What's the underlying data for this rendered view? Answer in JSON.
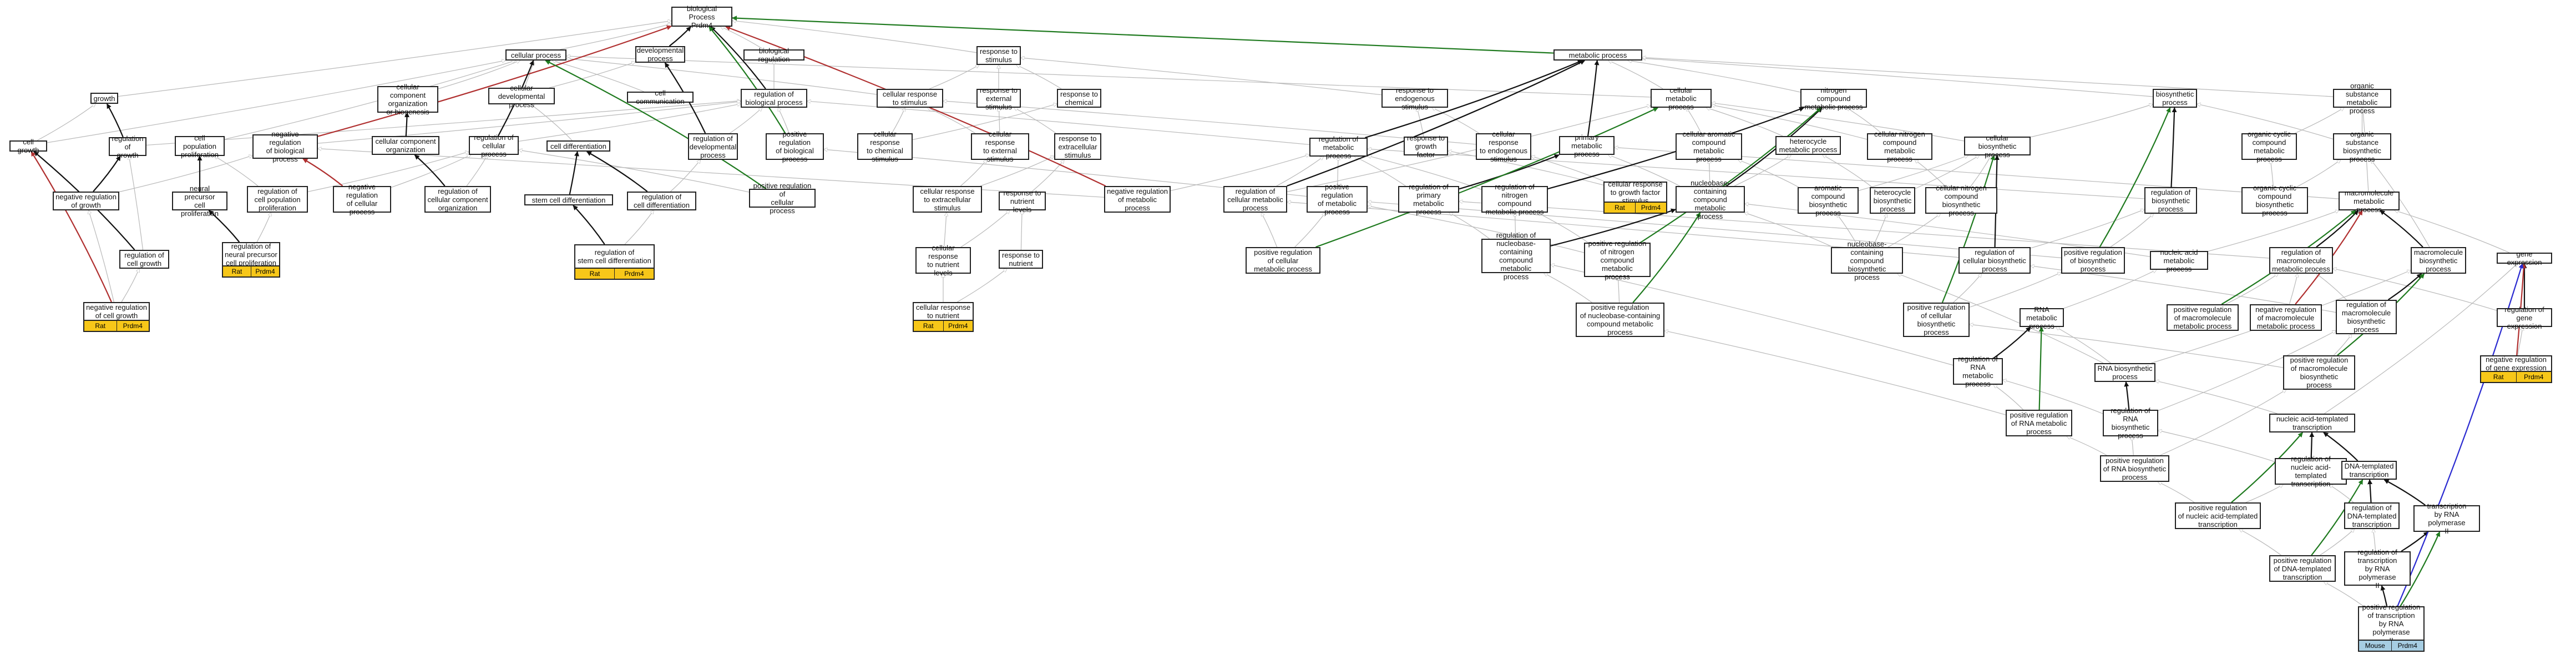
{
  "nodes": [
    {
      "id": "bp",
      "label": "biological Process\nPrdm4"
    },
    {
      "id": "cp",
      "label": "cellular process"
    },
    {
      "id": "dp",
      "label": "developmental\nprocess"
    },
    {
      "id": "breg",
      "label": "biological regulation"
    },
    {
      "id": "rts",
      "label": "response to\nstimulus"
    },
    {
      "id": "mp",
      "label": "metabolic process"
    },
    {
      "id": "growth",
      "label": "growth"
    },
    {
      "id": "ccob",
      "label": "cellular component\norganization\nor biogenesis"
    },
    {
      "id": "cdp",
      "label": "cellular developmental\nprocess"
    },
    {
      "id": "ccomm",
      "label": "cell communication"
    },
    {
      "id": "rbp",
      "label": "regulation of\nbiological process"
    },
    {
      "id": "crs",
      "label": "cellular response\nto stimulus"
    },
    {
      "id": "rtes",
      "label": "response to\nexternal stimulus"
    },
    {
      "id": "rtc",
      "label": "response to\nchemical"
    },
    {
      "id": "rtens",
      "label": "response to\nendogenous stimulus"
    },
    {
      "id": "cmp",
      "label": "cellular metabolic\nprocess"
    },
    {
      "id": "ncmp",
      "label": "nitrogen compound\nmetabolic process"
    },
    {
      "id": "biop",
      "label": "biosynthetic\nprocess"
    },
    {
      "id": "osmp",
      "label": "organic substance\nmetabolic process"
    },
    {
      "id": "cg",
      "label": "cell growth"
    },
    {
      "id": "rog",
      "label": "regulation of\ngrowth"
    },
    {
      "id": "cpp",
      "label": "cell population\nproliferation"
    },
    {
      "id": "nrbp",
      "label": "negative regulation\nof biological\nprocess"
    },
    {
      "id": "cco",
      "label": "cellular component\norganization"
    },
    {
      "id": "rcp",
      "label": "regulation of\ncellular process"
    },
    {
      "id": "cdiff",
      "label": "cell differentiation"
    },
    {
      "id": "rdp",
      "label": "regulation of\ndevelopmental\nprocess"
    },
    {
      "id": "prbp",
      "label": "positive regulation\nof biological\nprocess"
    },
    {
      "id": "crcs",
      "label": "cellular response\nto chemical\nstimulus"
    },
    {
      "id": "crtes",
      "label": "cellular response\nto external\nstimulus"
    },
    {
      "id": "rtes2",
      "label": "response to\nextracellular\nstimulus"
    },
    {
      "id": "rmp",
      "label": "regulation of\nmetabolic process"
    },
    {
      "id": "rtgf",
      "label": "response to\ngrowth factor"
    },
    {
      "id": "crtes2",
      "label": "cellular response\nto endogenous\nstimulus"
    },
    {
      "id": "pmp",
      "label": "primary metabolic\nprocess"
    },
    {
      "id": "camp",
      "label": "cellular aromatic\ncompound metabolic\nprocess"
    },
    {
      "id": "hmp",
      "label": "heterocycle\nmetabolic process"
    },
    {
      "id": "cncmp",
      "label": "cellular nitrogen\ncompound metabolic\nprocess"
    },
    {
      "id": "cbp",
      "label": "cellular biosynthetic\nprocess"
    },
    {
      "id": "ocmp",
      "label": "organic cyclic\ncompound metabolic\nprocess"
    },
    {
      "id": "osbp",
      "label": "organic substance\nbiosynthetic\nprocess"
    },
    {
      "id": "nrog",
      "label": "negative regulation\nof growth"
    },
    {
      "id": "npcp",
      "label": "neural precursor\ncell proliferation"
    },
    {
      "id": "rcpp",
      "label": "regulation of\ncell population\nproliferation"
    },
    {
      "id": "nrcp",
      "label": "negative regulation\nof cellular\nprocess"
    },
    {
      "id": "rcco",
      "label": "regulation of\ncellular component\norganization"
    },
    {
      "id": "scd",
      "label": "stem cell differentiation"
    },
    {
      "id": "rcd",
      "label": "regulation of\ncell differentiation"
    },
    {
      "id": "prcp",
      "label": "positive regulation of\ncellular\nprocess"
    },
    {
      "id": "crtes3",
      "label": "cellular response\nto extracellular\nstimulus"
    },
    {
      "id": "rtnl",
      "label": "response to\nnutrient levels"
    },
    {
      "id": "nrmp",
      "label": "negative regulation\nof metabolic\nprocess"
    },
    {
      "id": "rcmp",
      "label": "regulation of\ncellular metabolic\nprocess"
    },
    {
      "id": "prmp",
      "label": "positive regulation\nof metabolic\nprocess"
    },
    {
      "id": "rpmp",
      "label": "regulation of\nprimary metabolic\nprocess"
    },
    {
      "id": "rncmp",
      "label": "regulation of\nnitrogen compound\nmetabolic process"
    },
    {
      "id": "crtgf",
      "label": "cellular response\nto growth factor\nstimulus",
      "tags": [
        "Rat",
        "Prdm4"
      ]
    },
    {
      "id": "nbcmp",
      "label": "nucleobase-containing\ncompound metabolic\nprocess"
    },
    {
      "id": "acbp",
      "label": "aromatic compound\nbiosynthetic\nprocess"
    },
    {
      "id": "hbp",
      "label": "heterocycle\nbiosynthetic\nprocess"
    },
    {
      "id": "cncbp",
      "label": "cellular nitrogen\ncompound biosynthetic\nprocess"
    },
    {
      "id": "rbiop",
      "label": "regulation of\nbiosynthetic\nprocess"
    },
    {
      "id": "occbp",
      "label": "organic cyclic\ncompound biosynthetic\nprocess"
    },
    {
      "id": "macmp",
      "label": "macromolecule\nmetabolic process"
    },
    {
      "id": "rocg",
      "label": "regulation of\ncell growth"
    },
    {
      "id": "rnpcp",
      "label": "regulation of\nneural precursor\ncell proliferation",
      "tags": [
        "Rat",
        "Prdm4"
      ]
    },
    {
      "id": "rscd",
      "label": "regulation of\nstem cell differentiation",
      "tags": [
        "Rat",
        "Prdm4"
      ]
    },
    {
      "id": "crtnl",
      "label": "cellular response\nto nutrient\nlevels"
    },
    {
      "id": "rtn",
      "label": "response to\nnutrient"
    },
    {
      "id": "prcmp",
      "label": "positive regulation\nof cellular\nmetabolic process"
    },
    {
      "id": "rnbcmp",
      "label": "regulation of\nnucleobase-containing\ncompound metabolic\nprocess"
    },
    {
      "id": "prncmp",
      "label": "positive regulation\nof nitrogen\ncompound metabolic\nprocess"
    },
    {
      "id": "nbcbp",
      "label": "nucleobase-containing\ncompound biosynthetic\nprocess"
    },
    {
      "id": "rcbp",
      "label": "regulation of\ncellular biosynthetic\nprocess"
    },
    {
      "id": "prbiop",
      "label": "positive regulation\nof biosynthetic\nprocess"
    },
    {
      "id": "namp",
      "label": "nucleic acid\nmetabolic process"
    },
    {
      "id": "rmmp",
      "label": "regulation of\nmacromolecule\nmetabolic process"
    },
    {
      "id": "mbp",
      "label": "macromolecule\nbiosynthetic\nprocess"
    },
    {
      "id": "ge",
      "label": "gene expression"
    },
    {
      "id": "nrocg",
      "label": "negative regulation\nof cell growth",
      "tags": [
        "Rat",
        "Prdm4"
      ]
    },
    {
      "id": "crtn",
      "label": "cellular response\nto nutrient",
      "tags": [
        "Rat",
        "Prdm4"
      ]
    },
    {
      "id": "prnbcmp",
      "label": "positive regulation\nof nucleobase-containing\ncompound metabolic\nprocess"
    },
    {
      "id": "prcbp",
      "label": "positive regulation\nof cellular\nbiosynthetic\nprocess"
    },
    {
      "id": "rnamp",
      "label": "RNA metabolic\nprocess"
    },
    {
      "id": "prmmp",
      "label": "positive regulation\nof macromolecule\nmetabolic process"
    },
    {
      "id": "nrmmp",
      "label": "negative regulation\nof macromolecule\nmetabolic process"
    },
    {
      "id": "rmbp",
      "label": "regulation of\nmacromolecule\nbiosynthetic\nprocess"
    },
    {
      "id": "rge",
      "label": "regulation of\ngene expression"
    },
    {
      "id": "rrnamp",
      "label": "regulation of\nRNA metabolic\nprocess"
    },
    {
      "id": "rnabp",
      "label": "RNA biosynthetic\nprocess"
    },
    {
      "id": "prmbp",
      "label": "positive regulation\nof macromolecule\nbiosynthetic\nprocess"
    },
    {
      "id": "nrge",
      "label": "negative regulation\nof gene expression",
      "tags": [
        "Rat",
        "Prdm4"
      ]
    },
    {
      "id": "prrnamp",
      "label": "positive regulation\nof RNA metabolic\nprocess"
    },
    {
      "id": "rrnabp",
      "label": "regulation of\nRNA biosynthetic\nprocess"
    },
    {
      "id": "natt",
      "label": "nucleic acid-templated\ntranscription"
    },
    {
      "id": "prrnabp",
      "label": "positive regulation\nof RNA biosynthetic\nprocess"
    },
    {
      "id": "rnatt",
      "label": "regulation of\nnucleic acid-templated\ntranscription"
    },
    {
      "id": "dtt",
      "label": "DNA-templated\ntranscription"
    },
    {
      "id": "prnatt",
      "label": "positive regulation\nof nucleic acid-templated\ntranscription"
    },
    {
      "id": "rdtt",
      "label": "regulation of\nDNA-templated\ntranscription"
    },
    {
      "id": "tbrp",
      "label": "transcription\nby RNA polymerase\nII"
    },
    {
      "id": "prdtt",
      "label": "positive regulation\nof DNA-templated\ntranscription"
    },
    {
      "id": "rtbrp",
      "label": "regulation of\ntranscription\nby RNA polymerase\nII"
    },
    {
      "id": "prtbrp",
      "label": "positive regulation\nof transcription\nby RNA polymerase\nII",
      "tags": [
        "Mouse",
        "Prdm4"
      ],
      "tagStyle": "blue"
    }
  ],
  "colors": {
    "gray": "#b9b9b9",
    "black": "#111111",
    "red": "#b03030",
    "green": "#1f7a1f",
    "blue": "#2a2ad0",
    "tagGold": "#f7c719",
    "tagBlue": "#a6cde2"
  }
}
